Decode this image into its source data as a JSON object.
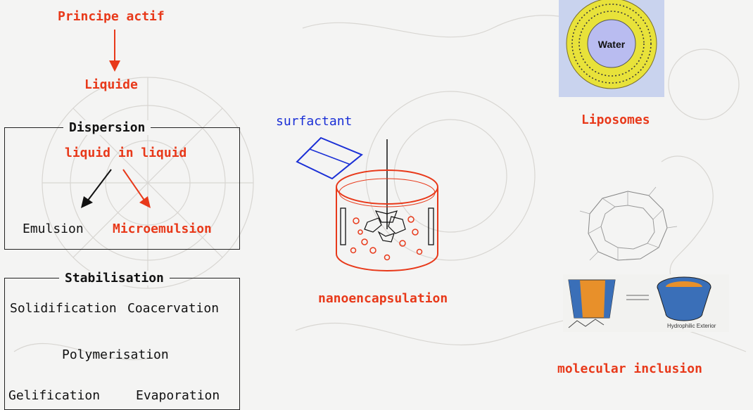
{
  "flow": {
    "principe": "Principe actif",
    "liquide": "Liquide"
  },
  "dispersion": {
    "title": "Dispersion",
    "subtitle": "liquid in liquid",
    "emulsion": "Emulsion",
    "microemulsion": "Microemulsion"
  },
  "stabilisation": {
    "title": "Stabilisation",
    "solidification": "Solidification",
    "coacervation": "Coacervation",
    "polymerisation": "Polymerisation",
    "gelification": "Gelification",
    "evaporation": "Evaporation"
  },
  "center": {
    "surfactant": "surfactant",
    "nanoencapsulation": "nanoencapsulation"
  },
  "right": {
    "water": "Water",
    "liposomes": "Liposomes",
    "hydrophilic": "Hydrophilic Exterior",
    "molecular": "molecular inclusion"
  },
  "colors": {
    "accent_red": "#e8391a",
    "surfactant_blue": "#1a2fd6",
    "liposome_yellow": "#e8e23a"
  }
}
